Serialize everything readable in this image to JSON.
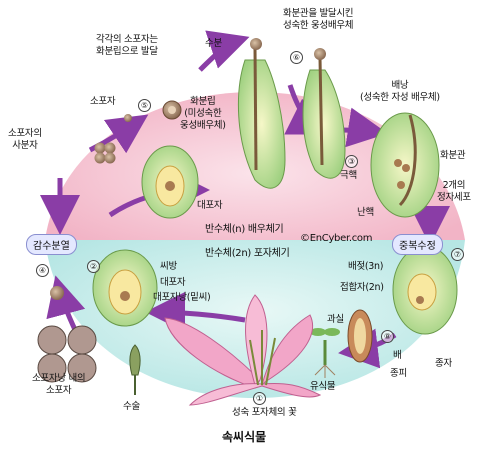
{
  "labels": {
    "pollination": "수분",
    "pollen_tube_gametophyte": "화분관을 발달시킨\n성숙한 웅성배우체",
    "each_spore_dev": "각각의 소포자는\n화분립으로 발달",
    "microspore": "소포자",
    "pollen_grain": "화분립\n(미성숙한\n웅성배우체)",
    "microspore_tetrad": "소포자의\n사분자",
    "megaspore": "대포자",
    "embryo_sac": "배낭\n(성숙한 자성 배우체)",
    "pollen_tube": "화분관",
    "polar_nuclei": "극핵",
    "two_sperm": "2개의\n정자세포",
    "egg_nucleus": "난핵",
    "meiosis": "감수분열",
    "haploid": "반수체(n) 배우체기",
    "diploid": "반수체(2n) 포자체기",
    "copyright": "©EnCyber.com",
    "double_fertilization": "중복수정",
    "ovule": "씨방",
    "megaspore2": "대포자",
    "megasporangium": "대포자낭(밑씨)",
    "endosperm": "배젖(3n)",
    "zygote": "접합자(2n)",
    "fruit_wall": "과실",
    "embryo": "배",
    "seed_coat": "종피",
    "seed": "종자",
    "seedling": "유식물",
    "sporangium_microspore": "소포자낭 내의\n소포자",
    "stamen": "수술",
    "flower": "성숙 포자체의 꽃",
    "title": "속씨식물"
  },
  "steps": [
    "①",
    "②",
    "③",
    "④",
    "⑤",
    "⑥",
    "⑦",
    "⑧"
  ],
  "colors": {
    "haploid_bg": "#f4c8d6",
    "diploid_bg": "#c8ecec",
    "arrow": "#8a3da6",
    "cell": "#a8d28a",
    "flower": "#f2a6c8"
  }
}
